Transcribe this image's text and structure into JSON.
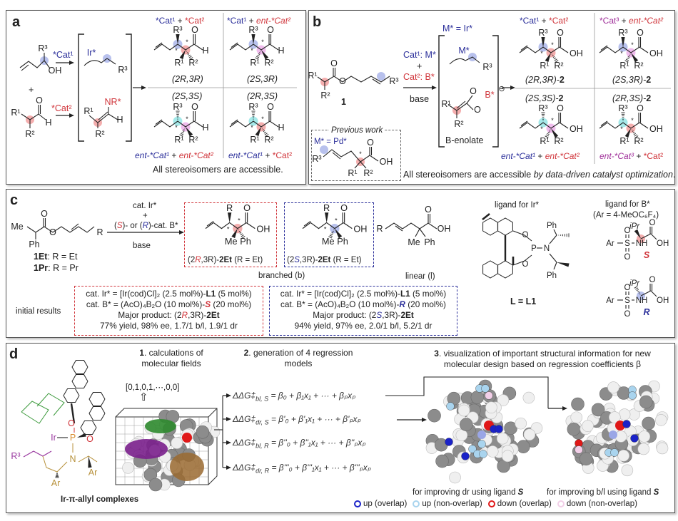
{
  "colors": {
    "blue": "#2b2f9a",
    "red": "#d0343a",
    "magenta": "#a0309a",
    "cyan": "#7fe0e0",
    "highlight_blue": "#9aa6e6",
    "highlight_red": "#f08c8c",
    "highlight_pink": "#e9a0e6",
    "ligand_gold": "#b8923c",
    "cod_green": "#3c9a3c",
    "allyl_purple": "#9a3aa0",
    "p_orange": "#d98a2a"
  },
  "atoms": {
    "R1": "R¹",
    "R2": "R²",
    "R3": "R³",
    "O": "O",
    "H": "H",
    "OH": "OH",
    "Me": "Me",
    "Ph": "Ph",
    "R": "R",
    "star": "*",
    "NRstar": "NR*",
    "Irstar": "Ir*",
    "Mstar": "M*",
    "Bstar": "B*",
    "minus": "⊖",
    "plus": "+",
    "Ar": "Ar",
    "S": "S",
    "NH": "NH",
    "iPr": "iPr",
    "P": "P",
    "N": "N",
    "Ir": "Ir",
    "up_arrow": "⇧"
  },
  "panel_a": {
    "label": "a",
    "cat1": "*Cat¹",
    "cat2": "*Cat²",
    "headers": {
      "tl_1": "*Cat¹",
      "tl_plus": " + ",
      "tl_2": "*Cat²",
      "tr_1": "*Cat¹",
      "tr_plus": " + ",
      "tr_2": "ent-*Cat²",
      "bl_1": "ent-*Cat¹",
      "bl_plus": " + ",
      "bl_2": "ent-*Cat²",
      "br_1": "ent-*Cat¹",
      "br_plus": " + ",
      "br_2": "*Cat²"
    },
    "config": {
      "tl": "(2R,3R)",
      "tr": "(2S,3R)",
      "bl": "(2S,3S)",
      "br": "(2R,3S)"
    },
    "footer": "All stereoisomers are accessible."
  },
  "panel_b": {
    "label": "b",
    "cat1": "Cat¹: M*",
    "plus": "+",
    "cat2": "Cat²: B*",
    "base": "base",
    "compound": "1",
    "mir": "M* = Ir*",
    "benolate": "B-enolate",
    "headers": {
      "tl_1": "*Cat¹",
      "tl_plus": " + ",
      "tl_2": "*Cat²",
      "tr_1": "*Cat³",
      "tr_plus": " + ",
      "tr_2": "ent-*Cat²",
      "bl_1": "ent-*Cat¹",
      "bl_plus": " + ",
      "bl_2": "ent-*Cat²",
      "br_1": "ent-*Cat³",
      "br_plus": " + ",
      "br_2": "*Cat²"
    },
    "config": {
      "tl": "(2R,3R)-",
      "tr": "(2S,3R)-",
      "bl": "(2S,3S)-",
      "br": "(2R,3S)-",
      "num": "2"
    },
    "previous_work": {
      "title": "Previous work",
      "mpd": "M* = Pd*"
    },
    "footer_plain": "All stereoisomers are accessible ",
    "footer_italic": "by data-driven catalyst optimization",
    "footer_end": "."
  },
  "panel_c": {
    "label": "c",
    "sub_1et": "1Et",
    "sub_1et_rest": ": R = Et",
    "sub_1pr": "1Pr",
    "sub_1pr_rest": ": R = Pr",
    "reagent_ir": "cat. Ir*",
    "reagent_plus": "+",
    "reagent_b_pre": "(",
    "reagent_b_s": "S",
    "reagent_b_mid": ")- or (",
    "reagent_b_r": "R",
    "reagent_b_end": ")-cat. B*",
    "reagent_base": "base",
    "prod_red": {
      "pre": "(2",
      "r": "R",
      ",mid": ",3R)-",
      "mid": ",3R)-",
      "bold": "2Et",
      "post": " (R = Et)"
    },
    "prod_blue": {
      "pre": "(2",
      "s": "S",
      "mid": ",3R)-",
      "bold": "2Et",
      "post": " (R = Et)"
    },
    "branched": "branched (b)",
    "linear": "linear (l)",
    "ligand_ir": "ligand for Ir*",
    "l1_pre": "L = ",
    "l1": "L1",
    "ligand_b": "ligand for B*",
    "ligand_b_ar": "(Ar = 4-MeOC₆F₄)",
    "lig_s": "S",
    "lig_r": "R",
    "initial_results": "initial results",
    "cond_s": {
      "l1a": "cat. Ir* = [Ir(cod)Cl]₂ (2.5 mol%)-",
      "l1b": "L1",
      "l1c": " (5 mol%)",
      "l2a": "cat. B* = (AcO)₄B₂O (10 mol%)-",
      "l2b": "S",
      "l2c": " (20 mol%)",
      "l3a": "Major product: (2",
      "l3b": "R",
      "l3c": ",3R)-",
      "l3d": "2Et",
      "l4": "77% yield, 98% ee, 1.7/1 b/l, 1.9/1 dr"
    },
    "cond_r": {
      "l1a": "cat. Ir* = [Ir(cod)Cl]₂ (2.5 mol%)-",
      "l1b": "L1",
      "l1c": " (5 mol%)",
      "l2a": "cat. B* = (AcO)₄B₂O (10 mol%)-",
      "l2b": "R",
      "l2c": " (20 mol%)",
      "l3a": "Major product: (2",
      "l3b": "S",
      "l3c": ",3R)-",
      "l3d": "2Et",
      "l4": "94% yield, 97% ee, 2.0/1 b/l, 5.2/1 dr"
    }
  },
  "panel_d": {
    "label": "d",
    "complex": "Ir-π-allyl complexes",
    "step1_num": "1",
    "step1": ". calculations of",
    "step1b": "molecular fields",
    "vector": "[0,1,0,1,⋯,0,0]",
    "step2_num": "2",
    "step2": ". generation of 4 regression",
    "step2b": "models",
    "step3_num": "3",
    "step3": ". visualization of important structural information for new",
    "step3b": "molecular design based on regression coefficients β",
    "equations": [
      {
        "lhs": "ΔΔG‡",
        "sub": "bl, S",
        "rhs": " = β₀ + β₁x₁ + ··· + βₚxₚ"
      },
      {
        "lhs": "ΔΔG‡",
        "sub": "dr, S",
        "rhs": " = β'₀ + β'₁x₁ + ··· + β'ₚxₚ"
      },
      {
        "lhs": "ΔΔG‡",
        "sub": "bl, R",
        "rhs": " = β''₀ + β''₁x₁ + ··· + β''ₚxₚ"
      },
      {
        "lhs": "ΔΔG‡",
        "sub": "dr, R",
        "rhs": " = β'''₀ + β'''₁x₁ + ··· + β'''ₚxₚ"
      }
    ],
    "caption_dr": "for improving dr using ligand ",
    "caption_dr_s": "S",
    "caption_bl": "for improving b/l using ligand ",
    "caption_bl_s": "S",
    "legend": [
      {
        "label": "up (overlap)",
        "color": "#1a22c8",
        "style": "ring"
      },
      {
        "label": "up (non-overlap)",
        "color": "#a9d4ee",
        "style": "ring"
      },
      {
        "label": "down (overlap)",
        "color": "#e01818",
        "style": "ring"
      },
      {
        "label": "down (non-overlap)",
        "color": "#f2cfe8",
        "style": "ring"
      }
    ]
  }
}
